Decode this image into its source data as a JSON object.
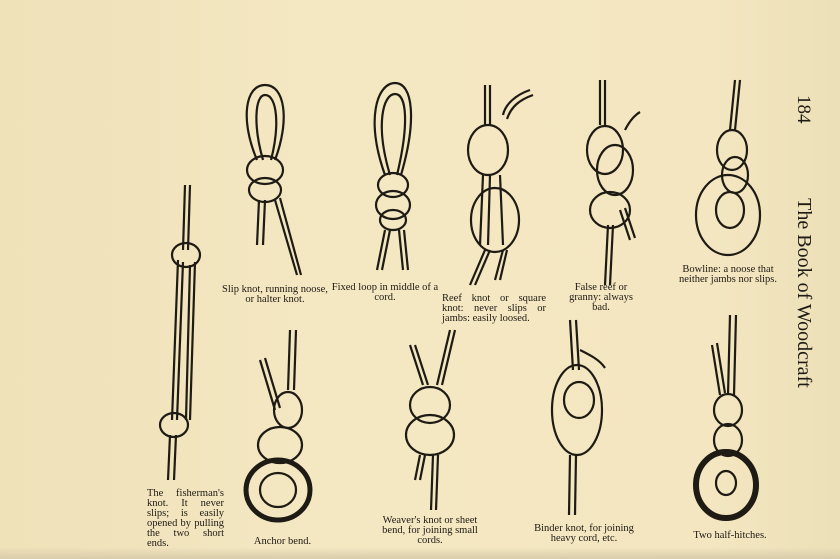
{
  "header": {
    "page_number": "184",
    "running_title": "The Book of Woodcraft"
  },
  "captions": {
    "fishermans": "The fisherman's knot. It never slips; is easily opened by pulling the two short ends.",
    "slip": "Slip knot, running noose, or halter knot.",
    "fixed_loop": "Fixed loop in middle of a cord.",
    "reef": "Reef knot or square knot: never slips or jambs: easily loosed.",
    "granny": "False reef or granny: always bad.",
    "bowline": "Bowline: a noose that neither jambs nor slips.",
    "anchor": "Anchor bend.",
    "weavers": "Weaver's knot or sheet bend, for joining small cords.",
    "binder": "Binder knot, for joining heavy cord, etc.",
    "half_hitches": "Two half-hitches."
  },
  "colors": {
    "paper": "#f2e5bf",
    "ink": "#1e1a14"
  }
}
